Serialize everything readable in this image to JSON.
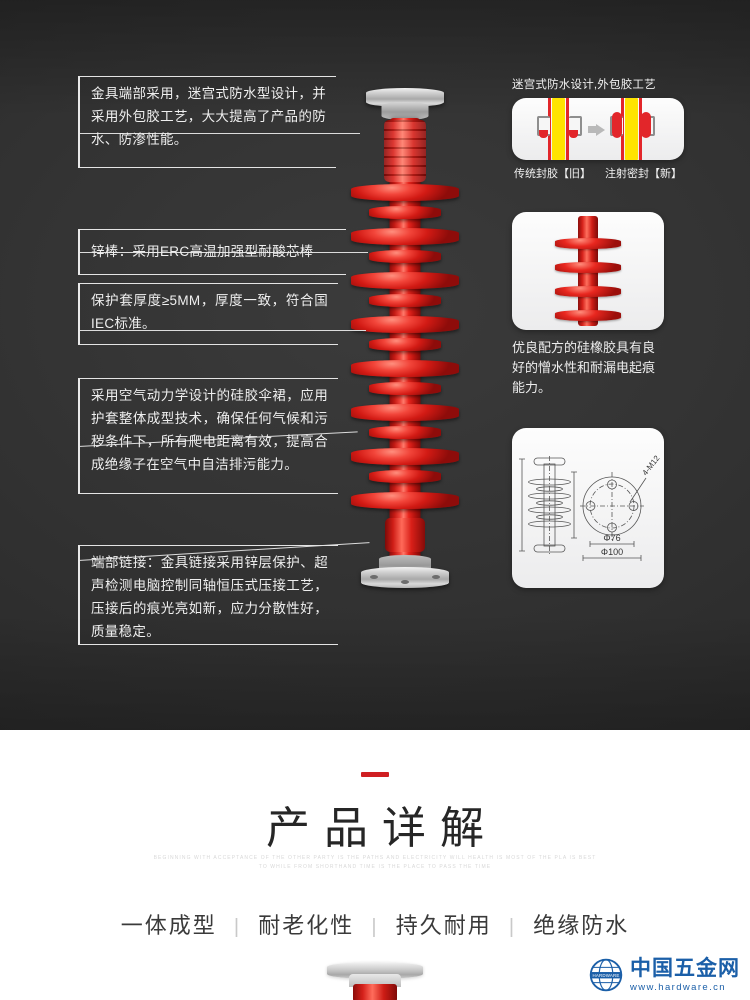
{
  "hero": {
    "callouts": [
      {
        "id": "metal-end-waterproof",
        "text": "金具端部采用，迷宫式防水型设计，并采用外包胶工艺，大大提高了产品的防水、防渗性能。"
      },
      {
        "id": "zinc-rod",
        "text": "锌棒：采用ERC高温加强型耐酸芯棒"
      },
      {
        "id": "sheath-thickness",
        "text": "保护套厚度≥5MM，厚度一致，符合国IEC标准。"
      },
      {
        "id": "aerodynamic-shed",
        "text": "采用空气动力学设计的硅胶伞裙，应用护套整体成型技术，确保任何气候和污秽条件下，所有爬电距离有效，提高合成绝缘子在空气中自洁排污能力。"
      },
      {
        "id": "end-connection",
        "text": "端部链接：金具链接采用锌层保护、超声检测电脑控制同轴恒压式压接工艺，压接后的痕光亮如新，应力分散性好，质量稳定。"
      }
    ],
    "panels": [
      {
        "id": "seal-process",
        "title": "迷宫式防水设计,外包胶工艺",
        "legend_left": "传统封胶【旧】",
        "legend_right": "注射密封【新】"
      },
      {
        "id": "silicone-rubber",
        "caption": "优良配方的硅橡胶具有良好的憎水性和耐漏电起痕能力。"
      },
      {
        "id": "technical-drawing",
        "labels": {
          "bolt": "4-M12",
          "inner_diameter": "Φ76",
          "outer_diameter": "Φ100"
        }
      }
    ]
  },
  "bottom": {
    "title": "产品详解",
    "subtitle_line1": "BEGINNING WITH ACCEPTANCE OF THE OTHER PARTY IS THE PATHS AND ELECTRICITY WILL HEALTH IS MOST OF THE PLA IS BEST",
    "subtitle_line2": "TO WHILE FROM SHORTHAND TIME IS THE PLACE TO PASS THE TIME",
    "features": [
      "一体成型",
      "耐老化性",
      "持久耐用",
      "绝缘防水"
    ],
    "separator": "|"
  },
  "logo": {
    "mark_text": "HARDWARE",
    "name": "中国五金网",
    "url": "www.hardware.cn",
    "color": "#1b5fa8"
  },
  "colors": {
    "background_dark": "#333333",
    "background_light": "#ffffff",
    "product_red": "#d21a14",
    "accent_red": "#cf1f22",
    "rod_yellow": "#ffe400",
    "metal_gray": "#b6b6b6"
  }
}
